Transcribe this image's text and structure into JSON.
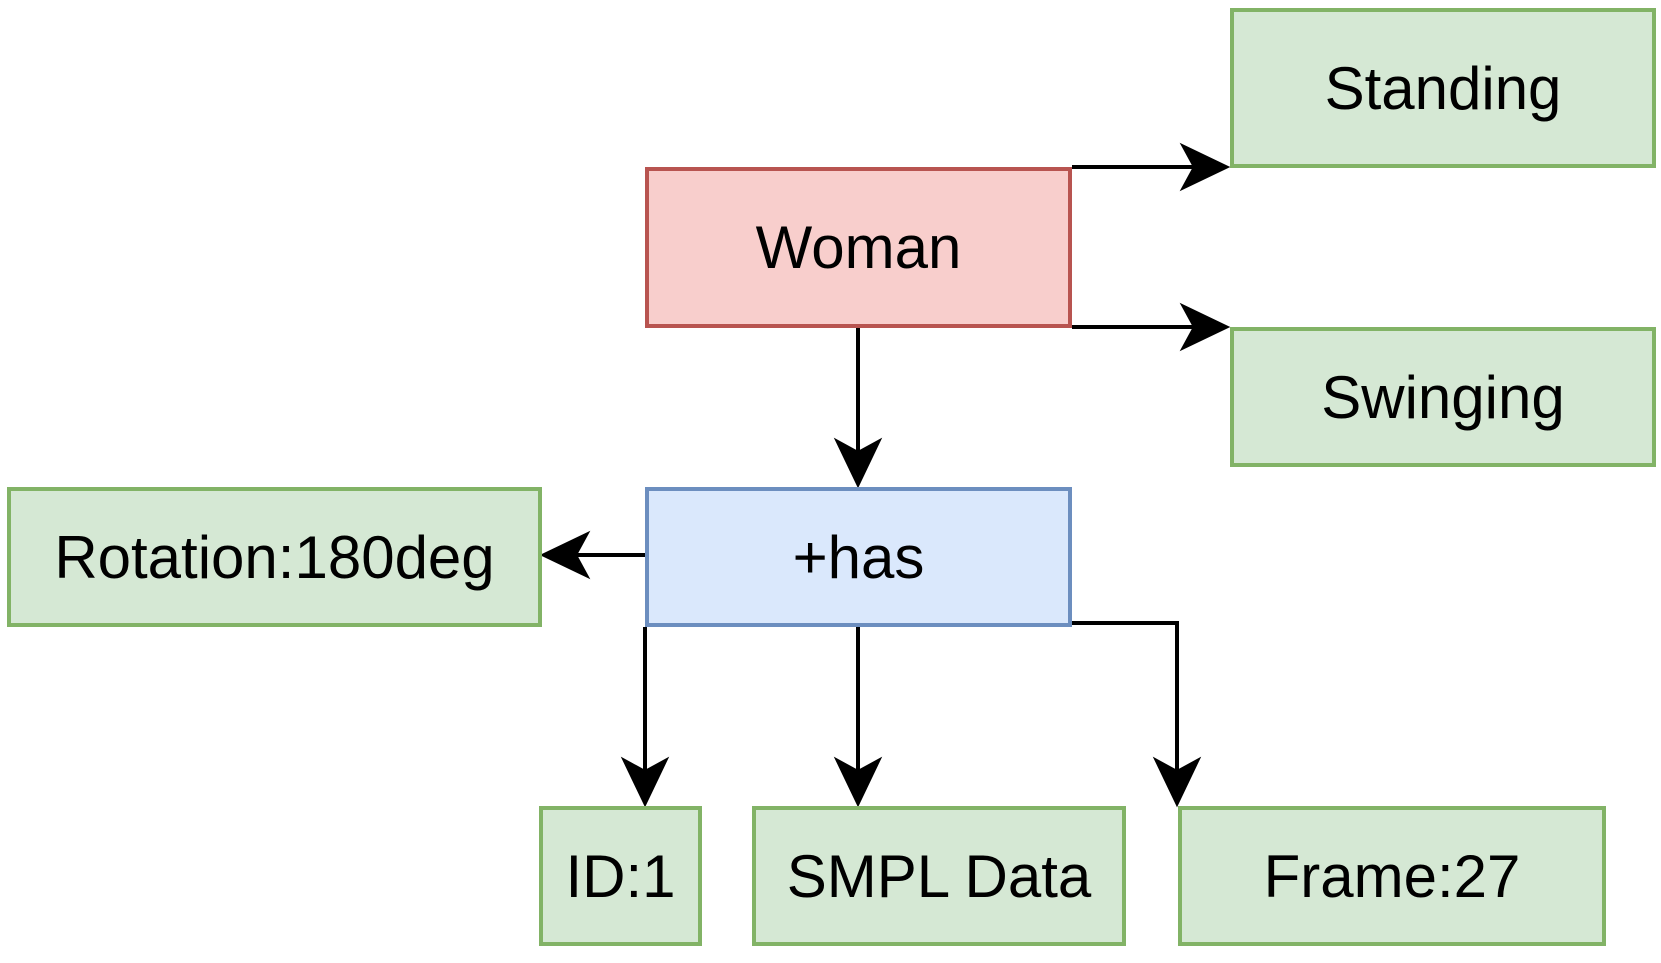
{
  "nodes": {
    "standing": "Standing",
    "woman": "Woman",
    "swinging": "Swinging",
    "has": "+has",
    "rotation": "Rotation:180deg",
    "id": "ID:1",
    "smpl": "SMPL Data",
    "frame": "Frame:27"
  },
  "colors": {
    "green_fill": "#d5e8d4",
    "green_border": "#82b366",
    "red_fill": "#f8cecc",
    "red_border": "#b85450",
    "blue_fill": "#dae8fc",
    "blue_border": "#6c8ebf",
    "edge": "#000000"
  }
}
